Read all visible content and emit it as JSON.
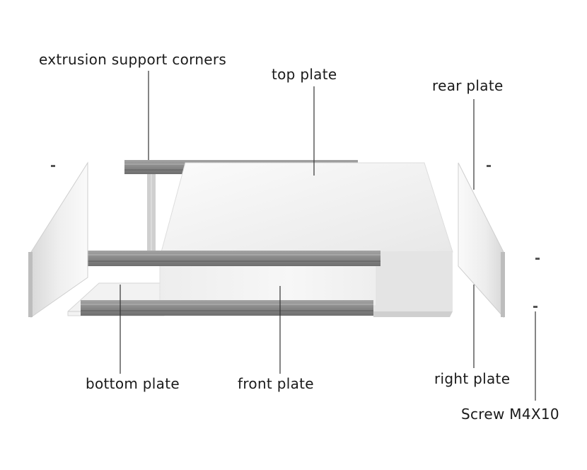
{
  "labels": {
    "extrusion_support_corners": "extrusion support corners",
    "top_plate": "top plate",
    "rear_plate": "rear plate",
    "bottom_plate": "bottom plate",
    "front_plate": "front plate",
    "right_plate": "right plate",
    "screw": "Screw M4X10"
  },
  "colors": {
    "background": "#ffffff",
    "panel_light": "#f3f3f3",
    "panel_mid": "#e2e2e2",
    "panel_shadow": "#c9c9c9",
    "extrusion": "#8e8e8e",
    "extrusion_dark": "#6a6a6a",
    "leader_line": "#333333"
  }
}
